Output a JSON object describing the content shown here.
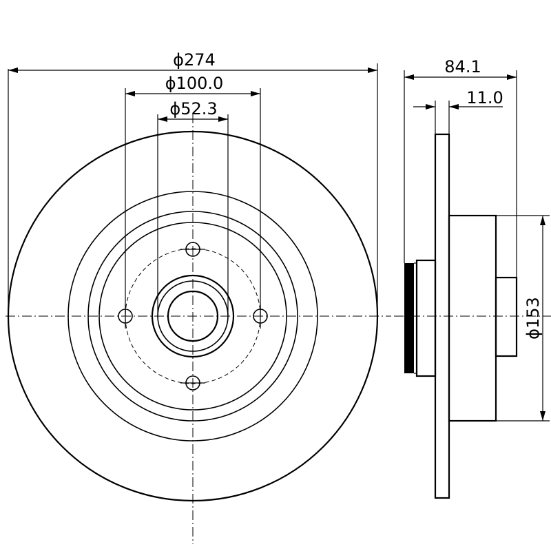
{
  "dimensions": {
    "outer_diameter": "ϕ274",
    "bolt_circle_diameter": "ϕ100.0",
    "center_bore_diameter": "ϕ52.3",
    "overall_height": "84.1",
    "disc_thickness": "11.0",
    "hub_diameter": "ϕ153"
  }
}
